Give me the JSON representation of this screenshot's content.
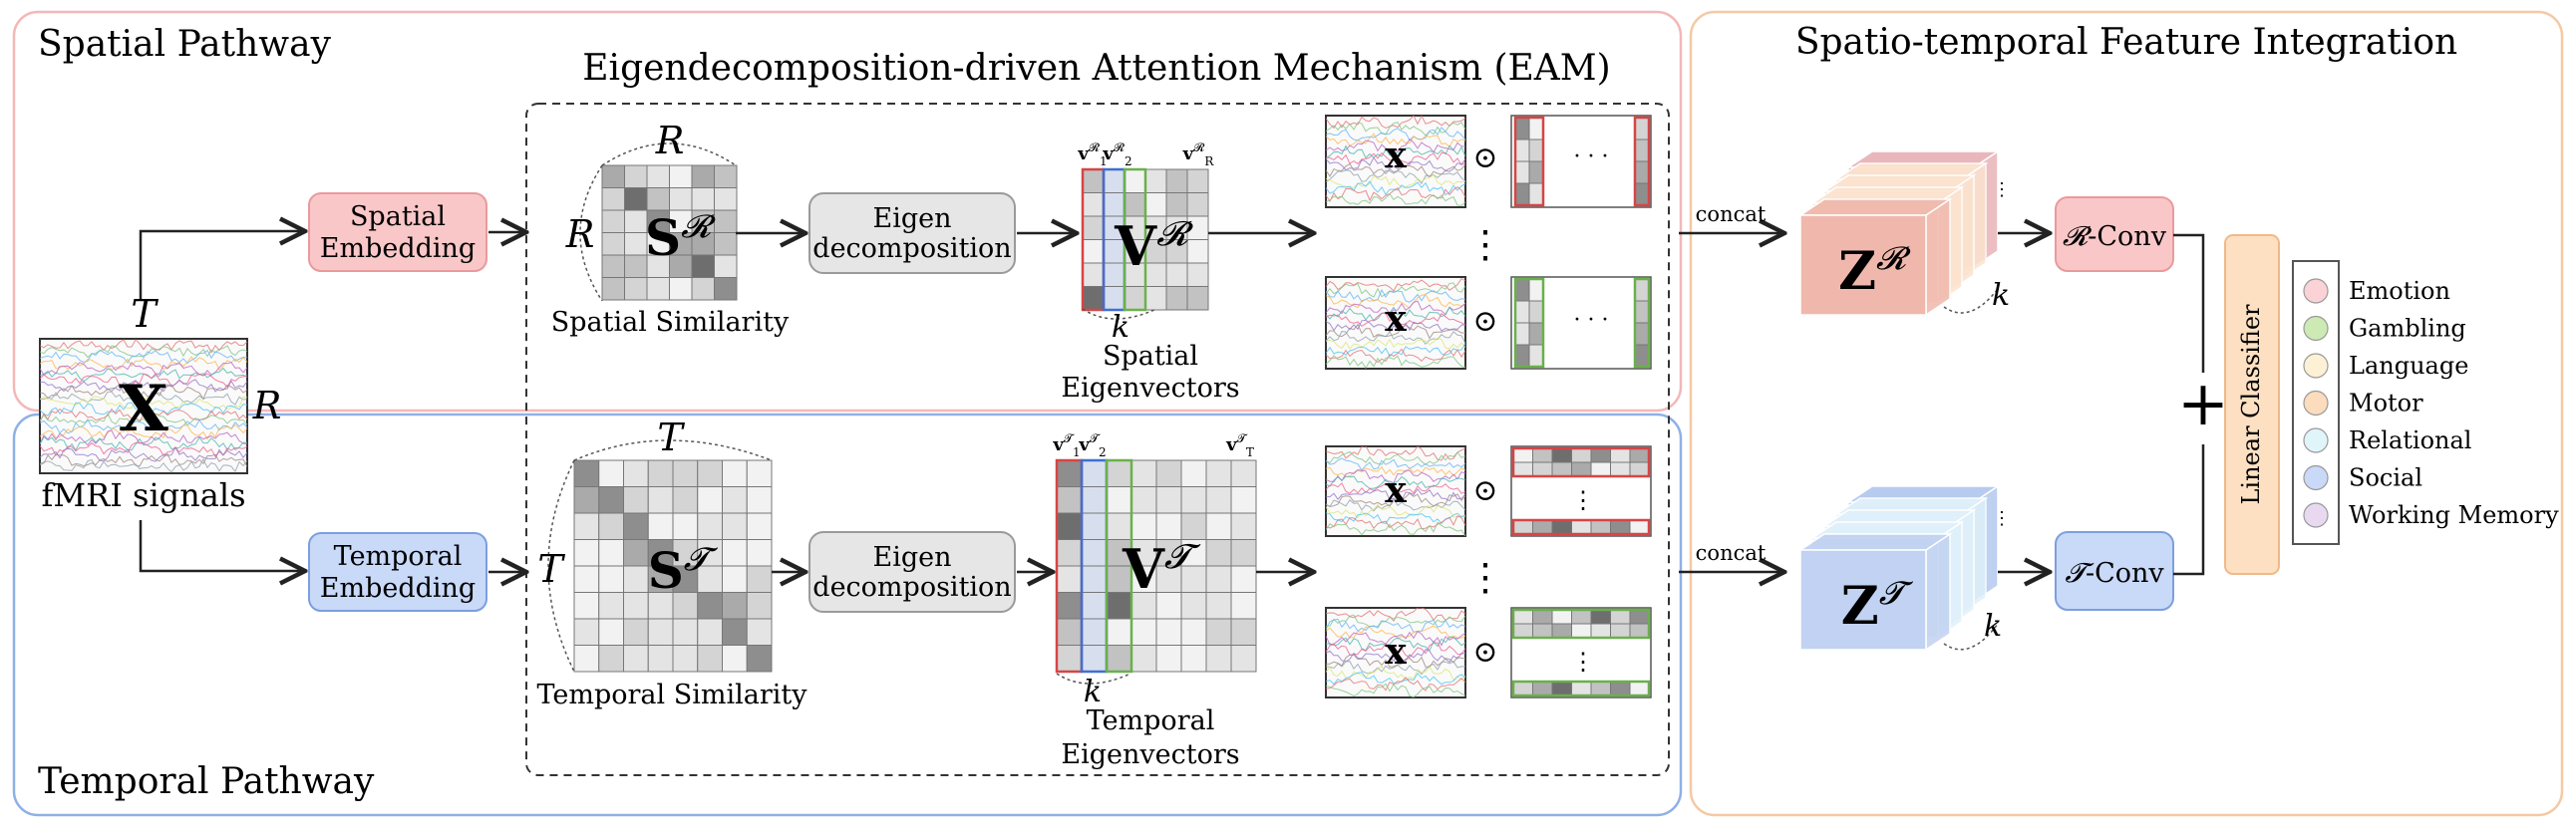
{
  "panels": {
    "spatial_title": "Spatial Pathway",
    "temporal_title": "Temporal Pathway",
    "integration_title": "Spatio-temporal Feature Integration",
    "eam_title": "Eigendecomposition-driven Attention Mechanism (EAM)"
  },
  "input": {
    "symbol": "X",
    "time_label": "T",
    "region_label": "R",
    "caption": "fMRI signals"
  },
  "spatial": {
    "embedding_line1": "Spatial",
    "embedding_line2": "Embedding",
    "dim_top": "R",
    "dim_left": "R",
    "sim_symbol": "S",
    "sim_sup": "𝓡",
    "sim_caption": "Spatial Similarity",
    "eigen_line1": "Eigen",
    "eigen_line2": "decomposition",
    "vec_symbol": "V",
    "vec_sup": "𝓡",
    "vec_k": "k",
    "vec_caption_line1": "Spatial",
    "vec_caption_line2": "Eigenvectors",
    "v1": "v",
    "v1_sup": "𝓡",
    "v1_sub": "1",
    "v2": "v",
    "v2_sup": "𝓡",
    "v2_sub": "2",
    "vR": "v",
    "vR_sup": "𝓡",
    "vR_sub": "R",
    "x_symbol": "x",
    "dots": "· · ·",
    "vdots": "⋮",
    "odot": "⊙"
  },
  "temporal": {
    "embedding_line1": "Temporal",
    "embedding_line2": "Embedding",
    "dim_top": "T",
    "dim_left": "T",
    "sim_symbol": "S",
    "sim_sup": "𝓣",
    "sim_caption": "Temporal Similarity",
    "eigen_line1": "Eigen",
    "eigen_line2": "decomposition",
    "vec_symbol": "V",
    "vec_sup": "𝓣",
    "vec_k": "k",
    "vec_caption_line1": "Temporal",
    "vec_caption_line2": "Eigenvectors",
    "v1": "v",
    "v1_sup": "𝓣",
    "v1_sub": "1",
    "v2": "v",
    "v2_sup": "𝓣",
    "v2_sub": "2",
    "vT": "v",
    "vT_sup": "𝓣",
    "vT_sub": "T",
    "x_symbol": "x",
    "vdots": "⋮",
    "odot": "⊙"
  },
  "integration": {
    "concat": "concat",
    "zr_symbol": "Z",
    "zr_sup": "𝓡",
    "zt_symbol": "Z",
    "zt_sup": "𝓣",
    "k": "k",
    "rconv_prefix": "𝓡",
    "rconv_suffix": "-Conv",
    "tconv_prefix": "𝓣",
    "tconv_suffix": "-Conv",
    "plus": "+",
    "classifier": "Linear Classifier",
    "dots": "⋮"
  },
  "legend": [
    {
      "label": "Emotion",
      "color": "#fbd3d6"
    },
    {
      "label": "Gambling",
      "color": "#cde9b4"
    },
    {
      "label": "Language",
      "color": "#fdf1d5"
    },
    {
      "label": "Motor",
      "color": "#fbdcbd"
    },
    {
      "label": "Relational",
      "color": "#e0f5fa"
    },
    {
      "label": "Social",
      "color": "#c9d9f7"
    },
    {
      "label": "Working Memory",
      "color": "#e8d9f1"
    }
  ],
  "colors": {
    "spatial_border": "#f4b7b8",
    "temporal_border": "#8fb0e6",
    "integration_border": "#f5c9a3",
    "spatial_fill": "#f9c7c8",
    "temporal_fill": "#c9d9f8",
    "classifier_fill": "#fde0c2",
    "eigen_fill": "#e6e6e6",
    "highlight_red": "#d64545",
    "highlight_green": "#6ab04c",
    "highlight_blue": "#3f6fd1"
  }
}
